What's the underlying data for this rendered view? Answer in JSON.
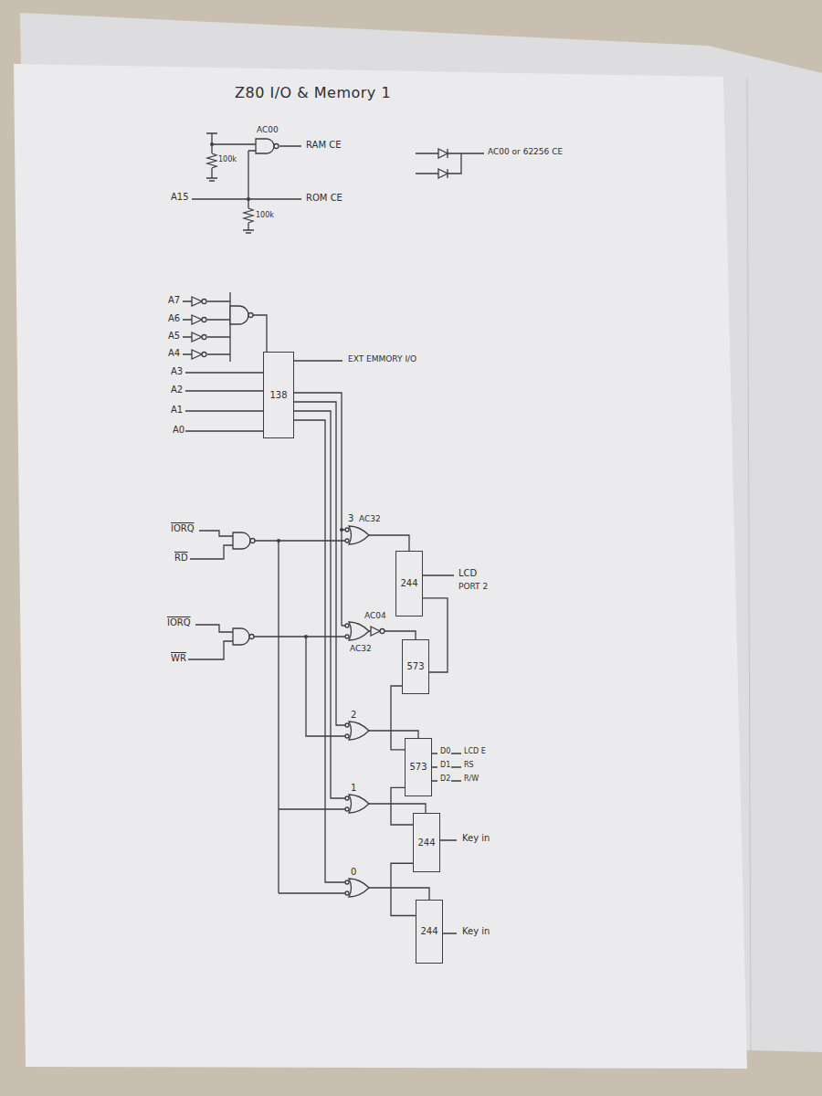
{
  "diagram": {
    "title": "Z80 I/O & Memory 1",
    "nodes": [
      {
        "text": [
          "138"
        ]
      },
      {
        "text": [
          "244"
        ]
      },
      {
        "text": [
          "573"
        ]
      },
      {
        "text": [
          "573"
        ]
      },
      {
        "text": [
          "244"
        ]
      },
      {
        "text": [
          "244"
        ]
      }
    ],
    "edges": [
      {
        "from": 1,
        "to": 2,
        "arrow": "none"
      },
      {
        "from": 2,
        "to": 3,
        "arrow": "none"
      },
      {
        "from": 3,
        "to": 4,
        "arrow": "none"
      },
      {
        "from": 4,
        "to": 5,
        "arrow": "none"
      }
    ],
    "labels": [
      "100k",
      "AC00",
      "RAM CE",
      "A15",
      "ROM CE",
      "100k",
      "AC00 or 62256 CE",
      "A7",
      "A6",
      "A5",
      "A4",
      "A3",
      "A2",
      "A1",
      "A0",
      "EXT EMMORY I/O",
      "3",
      "AC32",
      "IORQ",
      "RD",
      "IORQ",
      "WR",
      "AC04",
      "AC32",
      "LCD",
      "PORT 2",
      "2",
      "D0",
      "LCD E",
      "D1",
      "RS",
      "D2",
      "R/W",
      "1",
      "Key in",
      "0",
      "Key in"
    ]
  }
}
